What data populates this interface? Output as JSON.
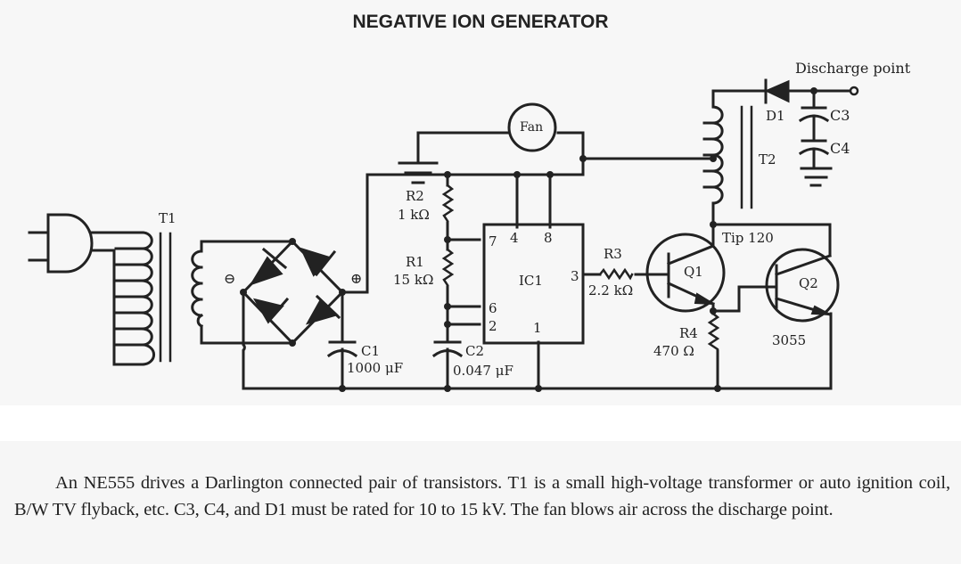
{
  "title": "NEGATIVE ION GENERATOR",
  "labels": {
    "discharge_point": "Discharge point",
    "d1": "D1",
    "c3": "C3",
    "c4": "C4",
    "t2": "T2",
    "fan": "Fan",
    "r2_name": "R2",
    "r2_value": "1 kΩ",
    "r1_name": "R1",
    "r1_value": "15 kΩ",
    "t1": "T1",
    "minus": "⊖",
    "plus": "⊕",
    "ic1": "IC1",
    "pin7": "7",
    "pin4": "4",
    "pin8": "8",
    "pin3": "3",
    "pin6": "6",
    "pin2": "2",
    "pin1": "1",
    "r3_name": "R3",
    "r3_value": "2.2 kΩ",
    "q1": "Q1",
    "q2": "Q2",
    "tip120": "Tip 120",
    "q2_part": "3055",
    "r4_name": "R4",
    "r4_value": "470 Ω",
    "c1_name": "C1",
    "c1_value": "1000 μF",
    "c2_name": "C2",
    "c2_value": "0.047 μF"
  },
  "caption": "An NE555 drives a Darlington connected pair of transistors. T1 is a small high-voltage trans­former or auto ignition coil, B/W TV flyback, etc. C3, C4, and D1 must be rated for 10 to 15 kV. The fan blows air across the discharge point."
}
